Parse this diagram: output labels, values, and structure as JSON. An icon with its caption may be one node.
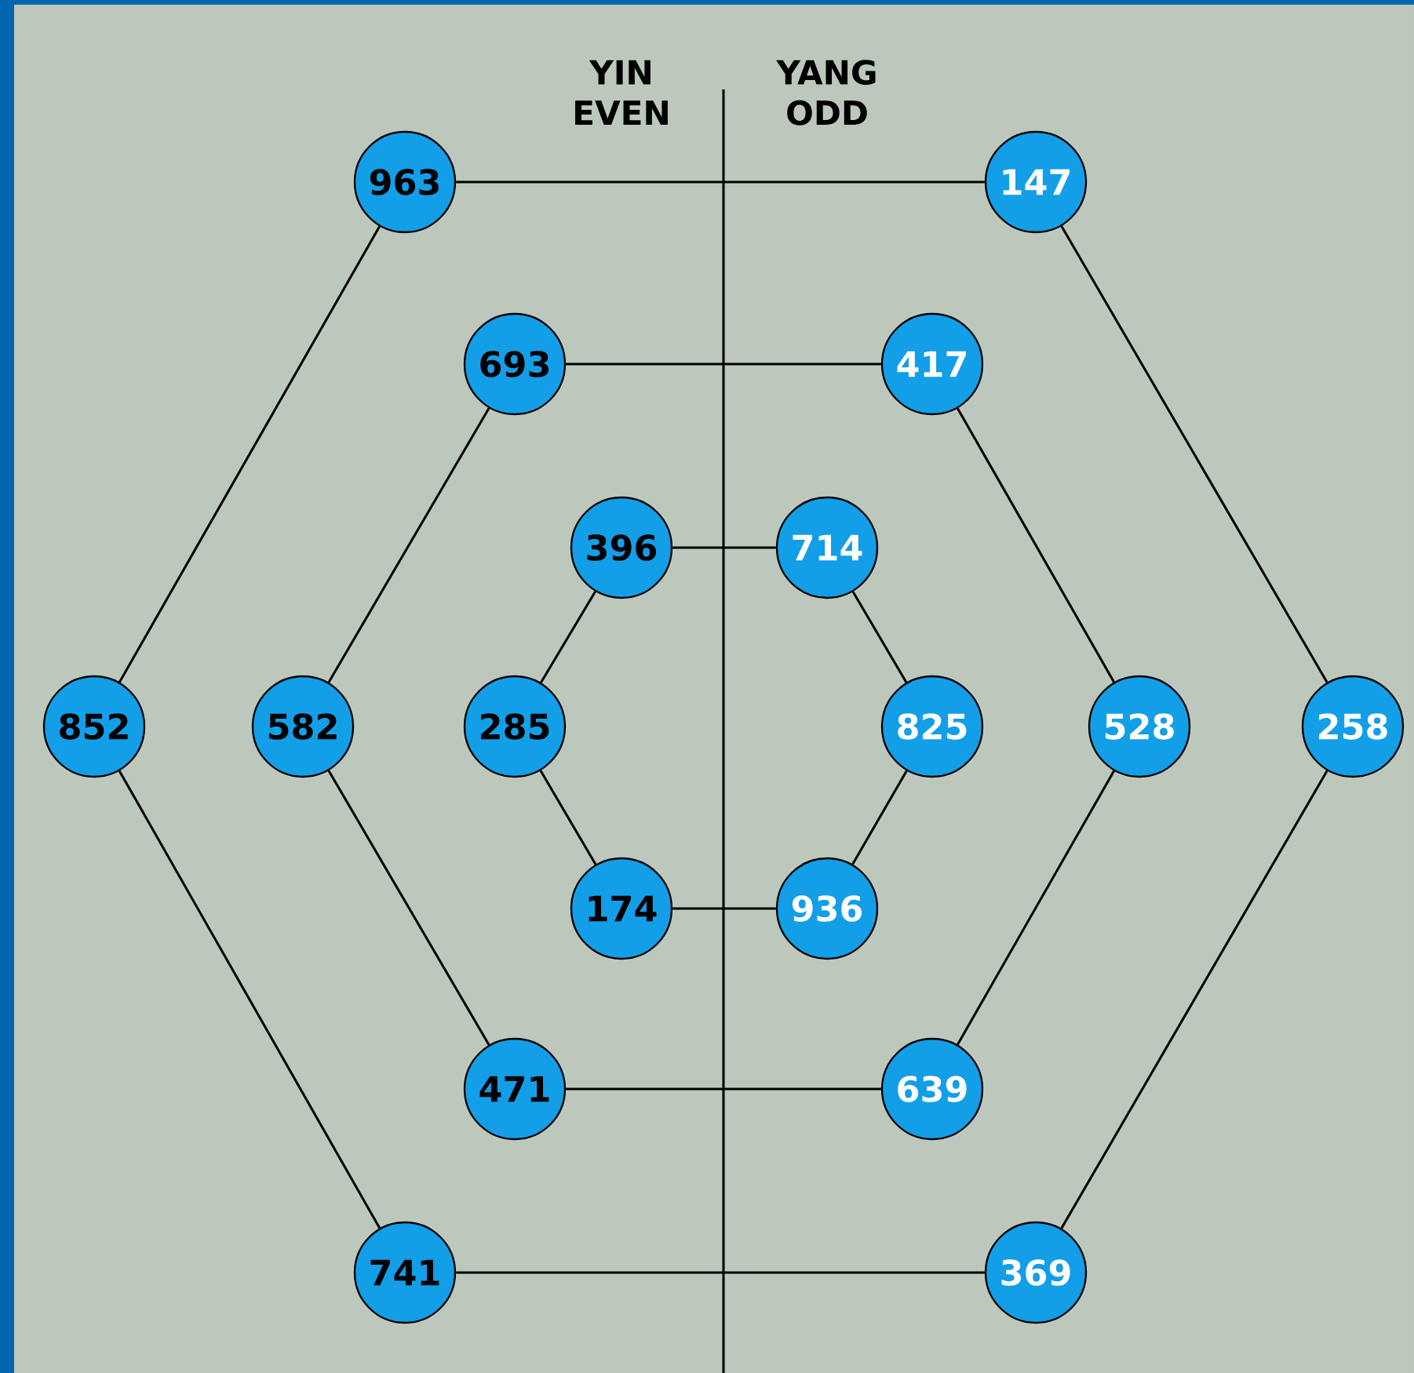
{
  "diagram": {
    "nodes": [
      {
        "text": [
          "963"
        ]
      },
      {
        "text": [
          "147"
        ]
      },
      {
        "text": [
          "693"
        ]
      },
      {
        "text": [
          "417"
        ]
      },
      {
        "text": [
          "396"
        ]
      },
      {
        "text": [
          "714"
        ]
      },
      {
        "text": [
          "852"
        ]
      },
      {
        "text": [
          "582"
        ]
      },
      {
        "text": [
          "285"
        ]
      },
      {
        "text": [
          "825"
        ]
      },
      {
        "text": [
          "528"
        ]
      },
      {
        "text": [
          "258"
        ]
      },
      {
        "text": [
          "174"
        ]
      },
      {
        "text": [
          "936"
        ]
      },
      {
        "text": [
          "471"
        ]
      },
      {
        "text": [
          "639"
        ]
      },
      {
        "text": [
          "741"
        ]
      },
      {
        "text": [
          "369"
        ]
      }
    ],
    "edges": [
      {
        "from": 0,
        "to": 1,
        "arrow": "none"
      },
      {
        "from": 1,
        "to": 11,
        "arrow": "none"
      },
      {
        "from": 11,
        "to": 17,
        "arrow": "none"
      },
      {
        "from": 17,
        "to": 16,
        "arrow": "none"
      },
      {
        "from": 16,
        "to": 6,
        "arrow": "none"
      },
      {
        "from": 6,
        "to": 0,
        "arrow": "none"
      },
      {
        "from": 2,
        "to": 3,
        "arrow": "none"
      },
      {
        "from": 3,
        "to": 10,
        "arrow": "none"
      },
      {
        "from": 10,
        "to": 15,
        "arrow": "none"
      },
      {
        "from": 15,
        "to": 14,
        "arrow": "none"
      },
      {
        "from": 14,
        "to": 7,
        "arrow": "none"
      },
      {
        "from": 7,
        "to": 2,
        "arrow": "none"
      },
      {
        "from": 4,
        "to": 5,
        "arrow": "none"
      },
      {
        "from": 5,
        "to": 9,
        "arrow": "none"
      },
      {
        "from": 9,
        "to": 13,
        "arrow": "none"
      },
      {
        "from": 13,
        "to": 12,
        "arrow": "none"
      },
      {
        "from": 12,
        "to": 8,
        "arrow": "none"
      },
      {
        "from": 8,
        "to": 4,
        "arrow": "none"
      }
    ],
    "labels": [
      "YIN EVEN",
      "YANG ODD"
    ]
  }
}
